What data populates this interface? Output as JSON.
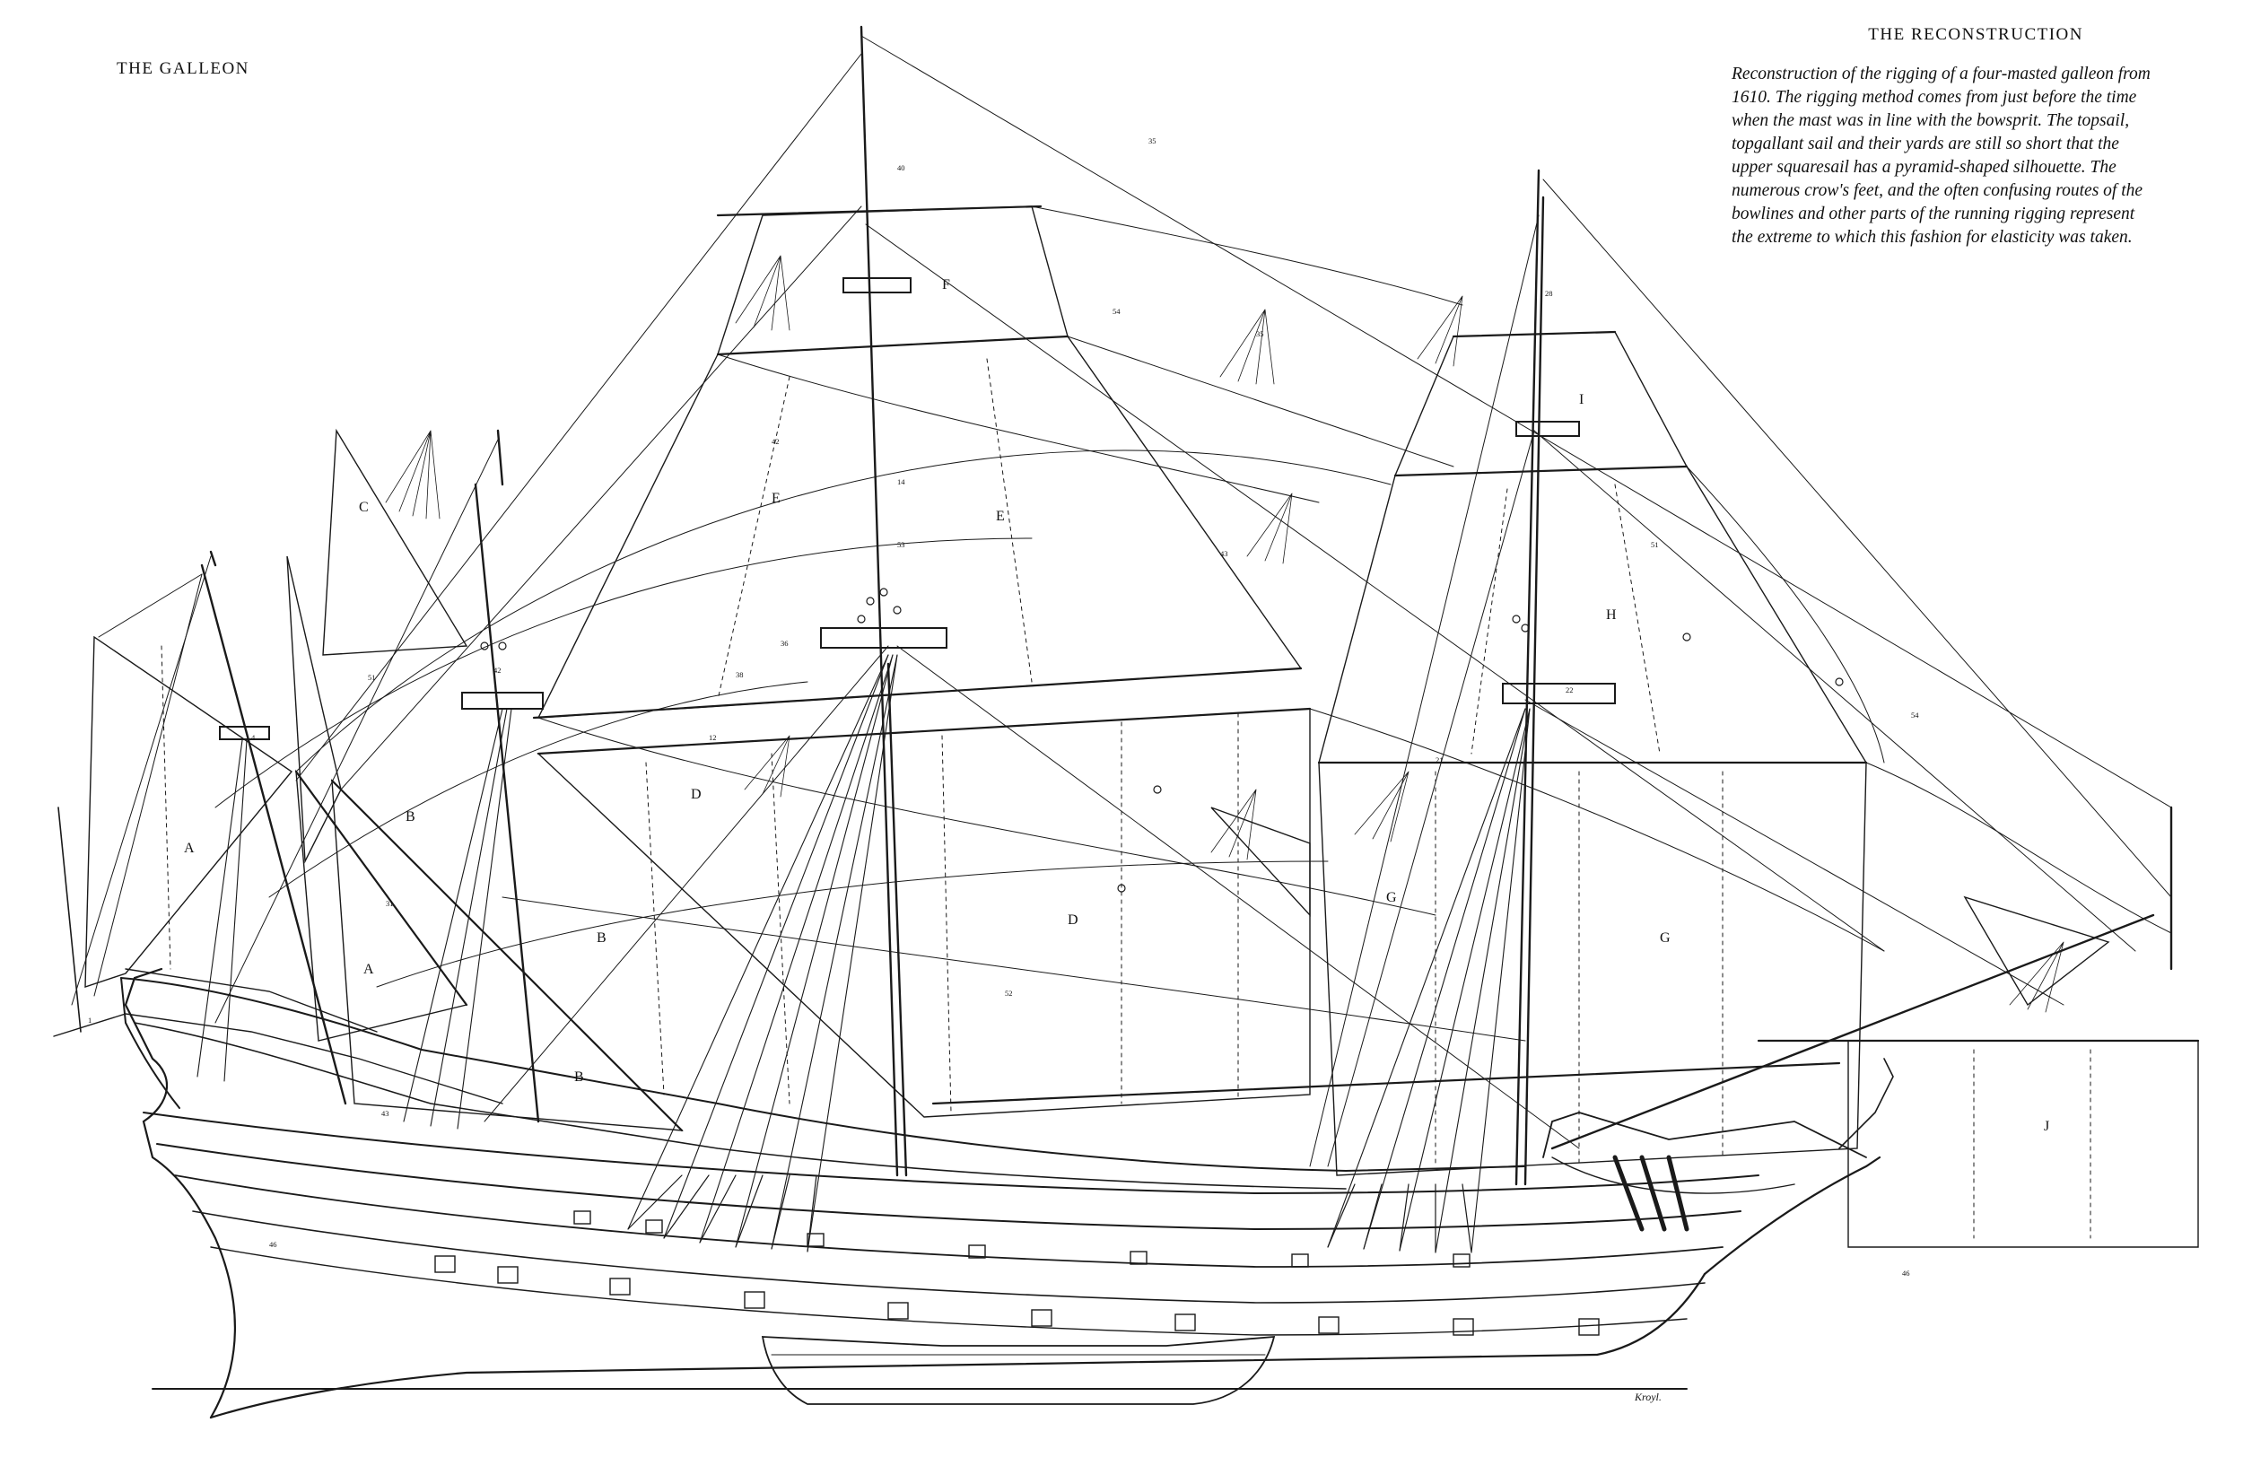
{
  "header": {
    "left": "THE GALLEON",
    "right": "THE RECONSTRUCTION"
  },
  "caption": "Reconstruction of the rigging of a four-masted galleon from 1610. The rigging method comes from just before the time when the mast was in line with the bowsprit. The topsail, topgallant sail and their yards are still so short that the upper squaresail has a pyramid-shaped silhouette. The numerous crow's feet, and the often confusing routes of the bowlines and other parts of the running rigging represent the extreme to which this fashion for elasticity was taken.",
  "signature": "Kroyl.",
  "sail_labels": [
    "A",
    "A",
    "B",
    "B",
    "B",
    "C",
    "D",
    "D",
    "E",
    "E",
    "F",
    "G",
    "G",
    "H",
    "I",
    "J"
  ],
  "rigging_numbers": [
    "1",
    "4",
    "12",
    "14",
    "21",
    "22",
    "28",
    "31",
    "35",
    "36",
    "38",
    "40",
    "42",
    "43",
    "46",
    "51",
    "52",
    "53",
    "54"
  ],
  "colors": {
    "ink": "#111111",
    "paper": "#ffffff",
    "hull_line": "#1a1a1a"
  }
}
